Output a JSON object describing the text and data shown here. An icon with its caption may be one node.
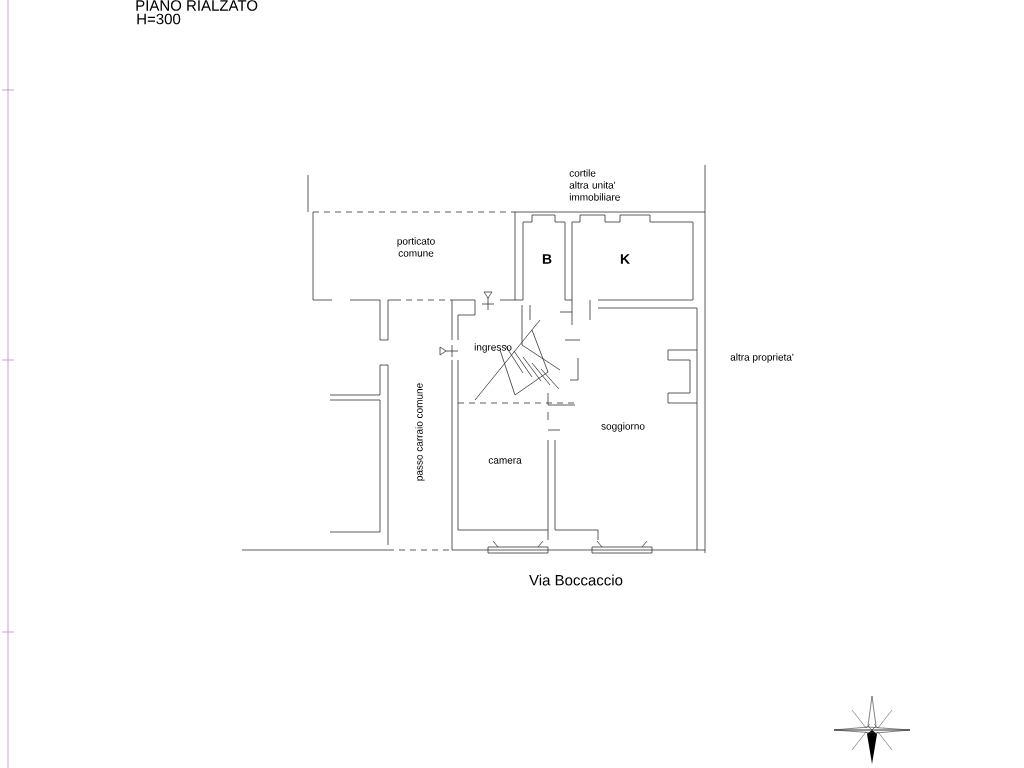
{
  "diagram": {
    "title": "PIANO RIALZATO",
    "labels": [
      "H=300",
      "cortile altra unita' immobiliare",
      "porticato comune",
      "B",
      "K",
      "ingresso",
      "altra proprieta'",
      "passo carraio comune",
      "soggiorno",
      "camera",
      "Via Boccaccio"
    ]
  }
}
